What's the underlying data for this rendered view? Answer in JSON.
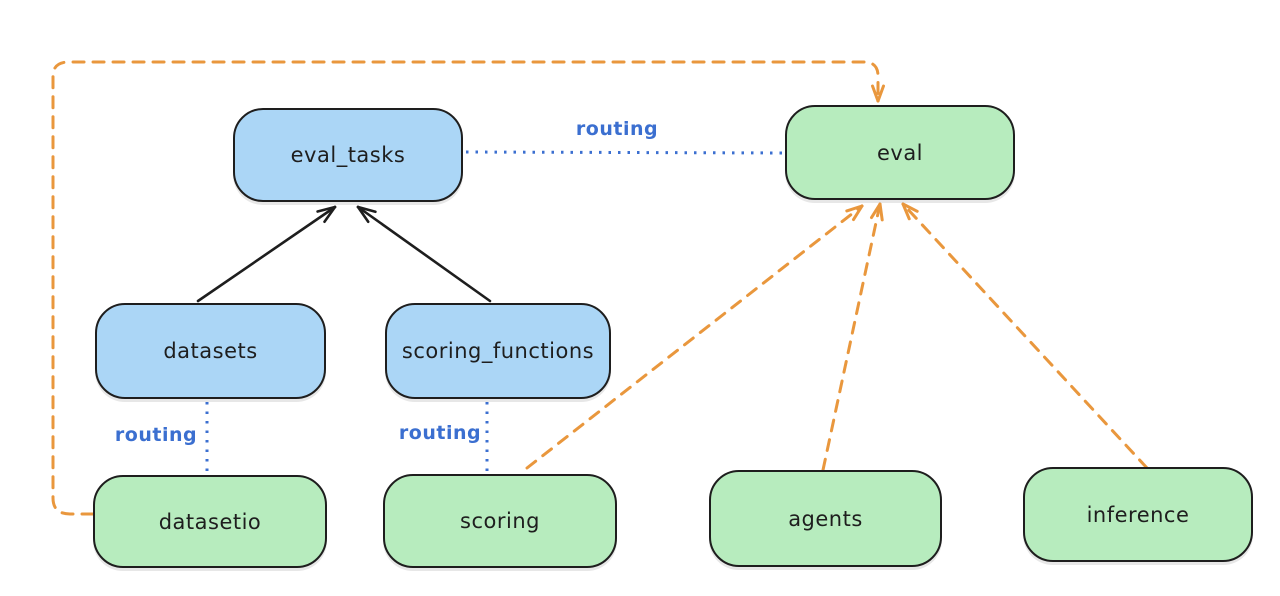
{
  "diagram": {
    "nodes": [
      {
        "id": "eval_tasks",
        "label": "eval_tasks",
        "kind": "api"
      },
      {
        "id": "eval",
        "label": "eval",
        "kind": "provider"
      },
      {
        "id": "datasets",
        "label": "datasets",
        "kind": "api"
      },
      {
        "id": "scoring_functions",
        "label": "scoring_functions",
        "kind": "api"
      },
      {
        "id": "datasetio",
        "label": "datasetio",
        "kind": "provider"
      },
      {
        "id": "scoring",
        "label": "scoring",
        "kind": "provider"
      },
      {
        "id": "agents",
        "label": "agents",
        "kind": "provider"
      },
      {
        "id": "inference",
        "label": "inference",
        "kind": "provider"
      }
    ],
    "edges": [
      {
        "from": "datasets",
        "to": "eval_tasks",
        "style": "solid-arrow",
        "color": "#1e1e1e",
        "label": ""
      },
      {
        "from": "scoring_functions",
        "to": "eval_tasks",
        "style": "solid-arrow",
        "color": "#1e1e1e",
        "label": ""
      },
      {
        "from": "eval_tasks",
        "to": "eval",
        "style": "dotted",
        "color": "#3b6fd0",
        "label": "routing"
      },
      {
        "from": "datasets",
        "to": "datasetio",
        "style": "dotted",
        "color": "#3b6fd0",
        "label": "routing"
      },
      {
        "from": "scoring_functions",
        "to": "scoring",
        "style": "dotted",
        "color": "#3b6fd0",
        "label": "routing"
      },
      {
        "from": "datasetio",
        "to": "eval",
        "style": "dashed-arrow",
        "color": "#e9973d",
        "label": ""
      },
      {
        "from": "scoring",
        "to": "eval",
        "style": "dashed-arrow",
        "color": "#e9973d",
        "label": ""
      },
      {
        "from": "agents",
        "to": "eval",
        "style": "dashed-arrow",
        "color": "#e9973d",
        "label": ""
      },
      {
        "from": "inference",
        "to": "eval",
        "style": "dashed-arrow",
        "color": "#e9973d",
        "label": ""
      }
    ],
    "colors": {
      "api_fill": "#abd6f6",
      "provider_fill": "#b7ecbe",
      "stroke": "#1e1e1e",
      "routing_blue": "#3b6fd0",
      "orange_dashed": "#e9973d",
      "background": "#ffffff"
    }
  }
}
